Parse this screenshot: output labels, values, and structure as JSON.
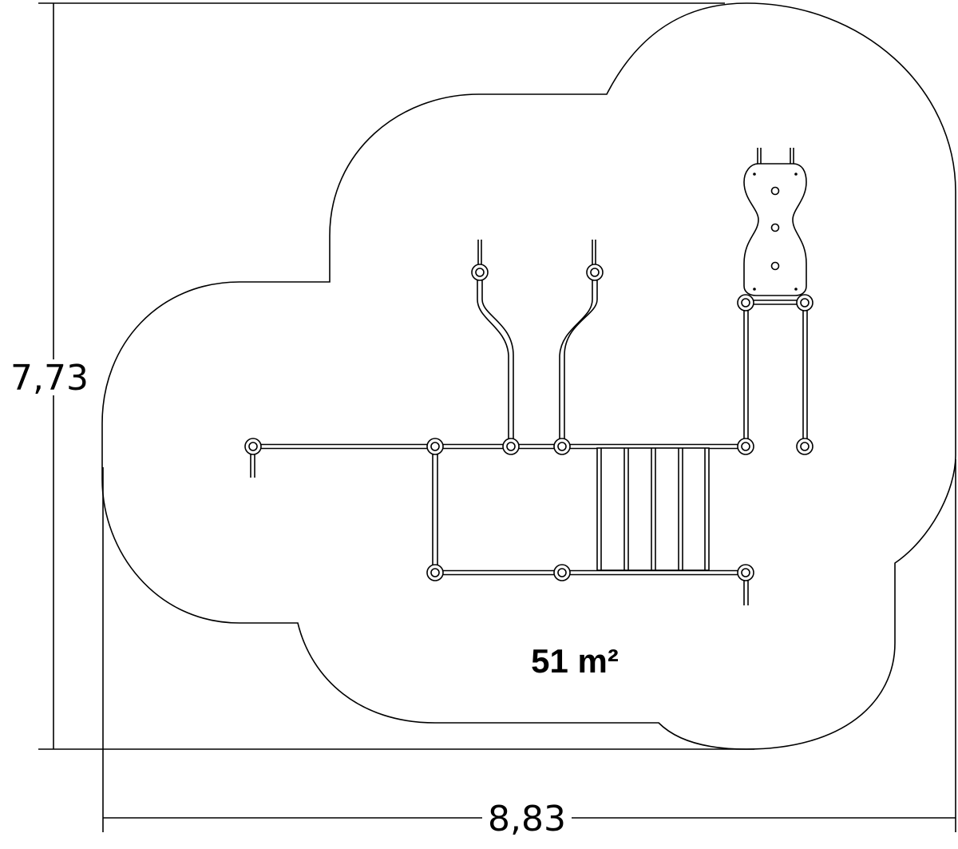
{
  "drawing": {
    "dimension_height": "7,73",
    "dimension_width": "8,83",
    "area_label": "51 m²"
  }
}
